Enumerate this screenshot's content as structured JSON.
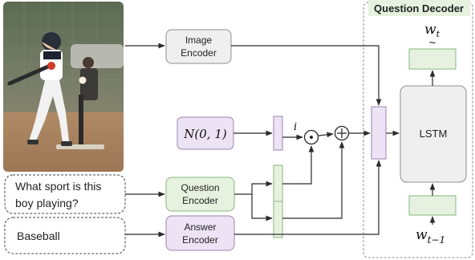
{
  "question_decoder": {
    "title": "Question Decoder"
  },
  "image_encoder": {
    "line1": "Image",
    "line2": "Encoder"
  },
  "question_encoder": {
    "line1": "Question",
    "line2": "Encoder"
  },
  "answer_encoder": {
    "line1": "Answer",
    "line2": "Encoder"
  },
  "normal_dist": {
    "label": "N(0, 1)"
  },
  "question_input": {
    "line1": "What sport is this",
    "line2": "boy playing?"
  },
  "answer_input": {
    "text": "Baseball"
  },
  "lstm": {
    "label": "LSTM"
  },
  "symbols": {
    "i": "i",
    "dot": "⊙",
    "plus": "⊕",
    "tilde": "~"
  },
  "tokens": {
    "w_t": "w",
    "w_t_sub": "t",
    "w_prev": "w",
    "w_prev_sub": "t−1"
  },
  "colors": {
    "green": "#e6f2df",
    "purple": "#ece3f4",
    "gray": "#efefef",
    "panel_title": "#e6f2df"
  }
}
